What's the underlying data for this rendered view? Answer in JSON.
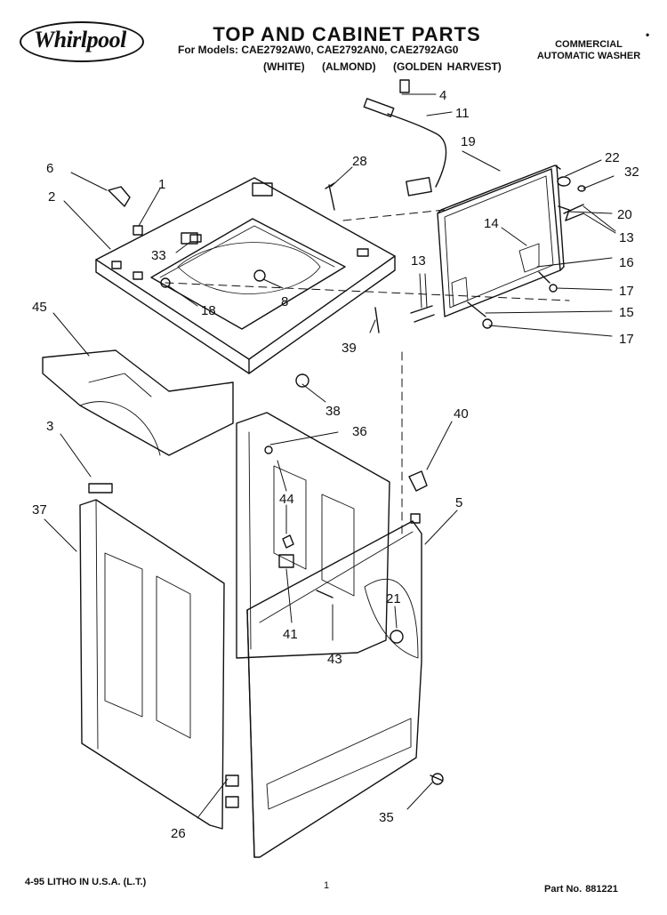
{
  "header": {
    "brand": "Whirlpool",
    "title": "TOP AND CABINET PARTS",
    "models_label": "For Models:",
    "models": "CAE2792AW0, CAE2792AN0, CAE2792AG0",
    "colors": [
      "(WHITE)",
      "(ALMOND)",
      "(GOLDEN HARVEST)"
    ],
    "product_line1": "COMMERCIAL",
    "product_line2": "AUTOMATIC WASHER",
    "corner_mark": "•"
  },
  "footer": {
    "litho": "4-95 LITHO IN U.S.A. (L.T.)",
    "page": "1",
    "part_no_label": "Part No.",
    "part_no": "881221"
  },
  "callouts": [
    "4",
    "11",
    "19",
    "22",
    "32",
    "6",
    "28",
    "1",
    "2",
    "20",
    "13",
    "33",
    "14",
    "16",
    "13",
    "17",
    "8",
    "18",
    "15",
    "45",
    "39",
    "17",
    "38",
    "3",
    "36",
    "40",
    "37",
    "44",
    "5",
    "21",
    "41",
    "43",
    "26",
    "35"
  ]
}
